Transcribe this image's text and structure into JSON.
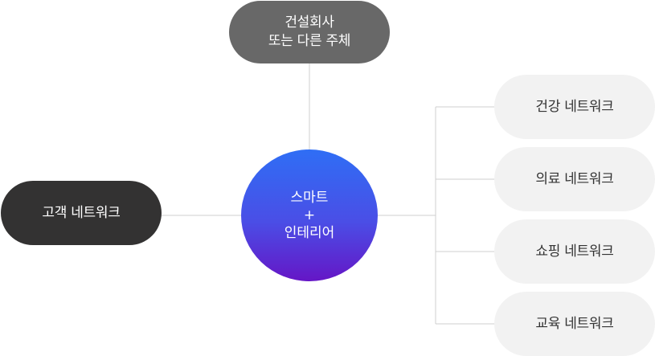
{
  "top_node": {
    "label": "건설회사\n또는 다른 주체"
  },
  "left_node": {
    "label": "고객 네트워크"
  },
  "center_node": {
    "line1": "스마트",
    "line2": "+",
    "line3": "인테리어"
  },
  "right_nodes": [
    {
      "label": "건강 네트워크"
    },
    {
      "label": "의료 네트워크"
    },
    {
      "label": "쇼핑 네트워크"
    },
    {
      "label": "교육 네트워크"
    }
  ],
  "colors": {
    "top_node": "#686868",
    "left_node": "#333232",
    "right_node": "#f2f2f2",
    "center_gradient_top": "#2f6ef5",
    "center_gradient_bottom": "#6516c6",
    "connector": "#cfcfcf"
  }
}
